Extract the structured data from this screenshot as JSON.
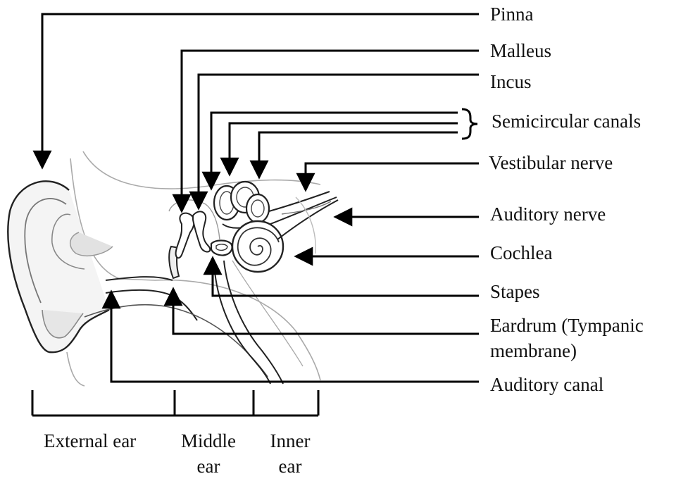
{
  "labels": {
    "pinna": "Pinna",
    "malleus": "Malleus",
    "incus": "Incus",
    "semicircular": "Semicircular canals",
    "vestibular": "Vestibular nerve",
    "auditory_nerve": "Auditory nerve",
    "cochlea": "Cochlea",
    "stapes": "Stapes",
    "eardrum_line1": "Eardrum (Tympanic",
    "eardrum_line2": "membrane)",
    "auditory_canal": "Auditory canal"
  },
  "regions": {
    "external": "External ear",
    "middle_line1": "Middle",
    "middle_line2": "ear",
    "inner_line1": "Inner",
    "inner_line2": "ear"
  },
  "colors": {
    "leader": "#000000",
    "outline": "#333333",
    "shading": "#d9d9d9"
  }
}
